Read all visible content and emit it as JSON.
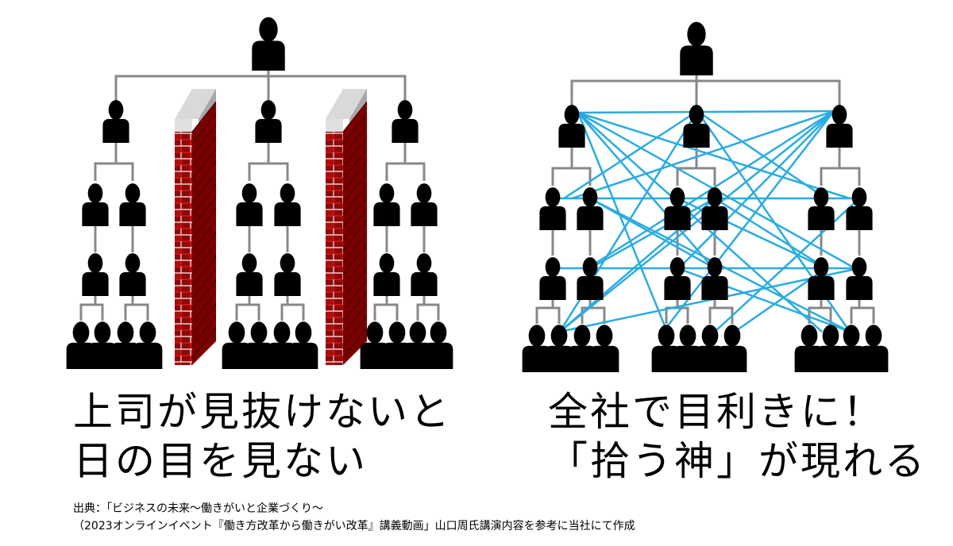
{
  "left_panel": {
    "caption_lines": [
      "上司が見抜けないと",
      "日の目を見ない"
    ]
  },
  "right_panel": {
    "caption_lines": [
      "全社で目利きに！",
      "「拾う神」が現れる"
    ]
  },
  "source_lines": [
    "出典：「ビジネスの未来～働きがいと企業づくり～",
    "（2023オンラインイベント『働き方改革から働きがい改革』講義動画」山口周氏講演内容を参考に当社にて作成"
  ],
  "colors": {
    "person": "#000000",
    "tree_line": "#888888",
    "cross_link": "#29abe2",
    "brick": "#cc1111",
    "brick_dark": "#7a0000",
    "wall_cap": "#cccccc"
  },
  "icons": [
    "person-icon",
    "brick-wall"
  ]
}
